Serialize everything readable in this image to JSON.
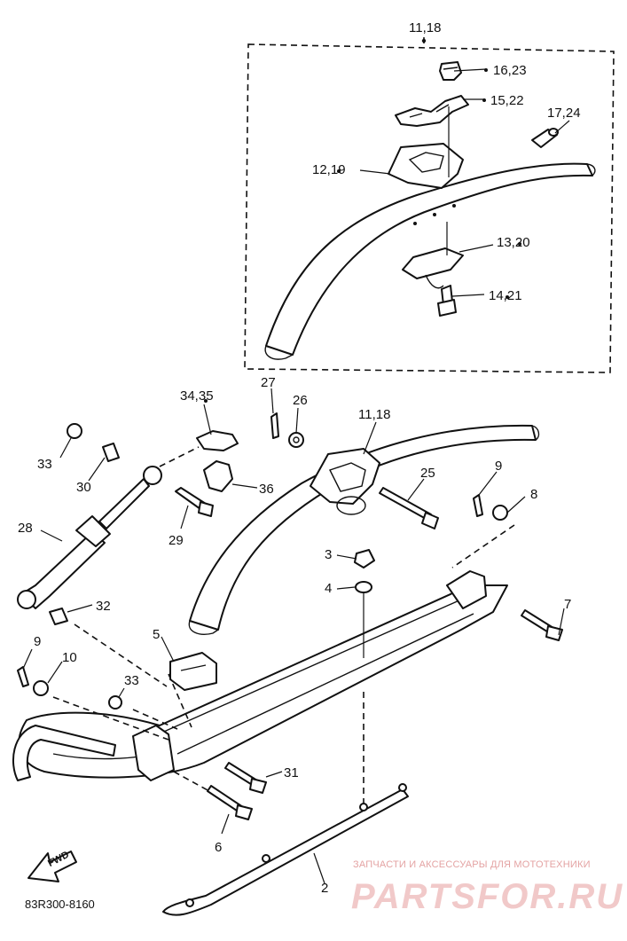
{
  "diagram": {
    "drawing_code": "83R300-8160",
    "direction_label": "FWD",
    "callouts": {
      "c_11_18_top": "11,18",
      "c_16_23": "16,23",
      "c_15_22": "15,22",
      "c_17_24": "17,24",
      "c_12_19": "12,19",
      "c_13_20": "13,20",
      "c_14_21": "14,21",
      "c_34_35": "34,35",
      "c_27": "27",
      "c_26": "26",
      "c_11_18_mid": "11,18",
      "c_33_a": "33",
      "c_30": "30",
      "c_36": "36",
      "c_25": "25",
      "c_9_a": "9",
      "c_8": "8",
      "c_28": "28",
      "c_29": "29",
      "c_3": "3",
      "c_4": "4",
      "c_32": "32",
      "c_7": "7",
      "c_5": "5",
      "c_9_b": "9",
      "c_10": "10",
      "c_33_b": "33",
      "c_31": "31",
      "c_6": "6",
      "c_2": "2"
    }
  },
  "watermark": {
    "caption": "ЗАПЧАСТИ И АКСЕССУАРЫ ДЛЯ МОТОТЕХНИКИ",
    "brand": "PARTSFOR.RU"
  }
}
